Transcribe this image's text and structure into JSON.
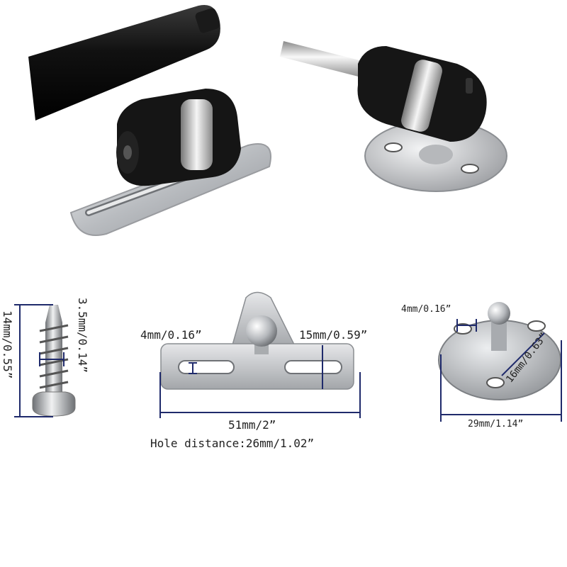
{
  "screw": {
    "length_label": "14mm/0.55”",
    "diameter_label": "3.5mm/0.14”"
  },
  "bracket_l": {
    "hole_label": "4mm/0.16”",
    "height_label": "15mm/0.59”",
    "width_label": "51mm/2”",
    "hole_distance_label": "Hole distance:26mm/1.02”"
  },
  "bracket_round": {
    "hole_label": "4mm/0.16”",
    "diag_label": "16mm/0.63”",
    "diameter_label": "29mm/1.14”"
  },
  "colors": {
    "dimension_line": "#1f2a6b",
    "strut_black": "#141414",
    "steel": "#c8cacd"
  }
}
